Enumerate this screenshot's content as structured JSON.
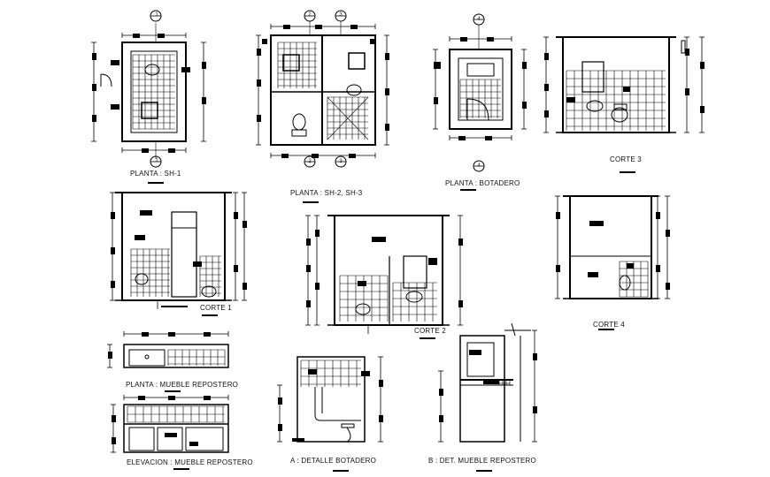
{
  "drawing": {
    "stroke_color": "#000000",
    "background_color": "#ffffff",
    "captions": {
      "planta_sh1": "PLANTA : SH-1",
      "planta_sh2_sh3": "PLANTA : SH-2, SH-3",
      "planta_botadero": "PLANTA : BOTADERO",
      "corte_1": "CORTE 1",
      "corte_2": "CORTE 2",
      "corte_3": "CORTE 3",
      "corte_4": "CORTE 4",
      "planta_mueble": "PLANTA : MUEBLE REPOSTERO",
      "elevacion_mueble": "ELEVACION : MUEBLE REPOSTERO",
      "detalle_botadero": "A : DETALLE BOTADERO",
      "det_mueble": "B : DET. MUEBLE REPOSTERO"
    },
    "section_markers": [
      "1",
      "1",
      "2",
      "2",
      "3",
      "3",
      "4",
      "4"
    ]
  }
}
